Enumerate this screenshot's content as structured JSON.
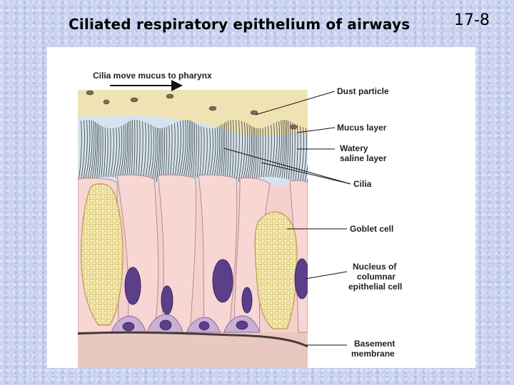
{
  "slide": {
    "title": "Ciliated respiratory epithelium of airways",
    "number": "17-8"
  },
  "diagram": {
    "arrow_caption": "Cilia move mucus to pharynx",
    "labels": {
      "dust_particle": "Dust particle",
      "mucus_layer": "Mucus layer",
      "watery_line1": "Watery",
      "watery_line2": "saline layer",
      "cilia": "Cilia",
      "goblet_cell": "Goblet cell",
      "nucleus_line1": "Nucleus of",
      "nucleus_line2": "columnar",
      "nucleus_line3": "epithelial cell",
      "basement_line1": "Basement",
      "basement_line2": "membrane"
    },
    "colors": {
      "mucus": "#efe3b4",
      "saline": "#d4e4ee",
      "columnar_cell": "#f8d6d4",
      "goblet_cell": "#f3e49f",
      "nucleus": "#5c3f8a",
      "basal_cell": "#c9b1d6",
      "tissue": "#e8c9c0"
    }
  }
}
